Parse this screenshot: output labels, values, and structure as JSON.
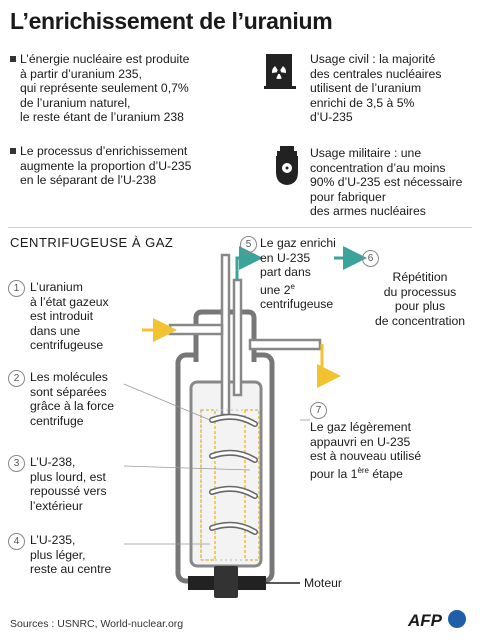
{
  "title": "L’enrichissement de l’uranium",
  "intro": {
    "left": [
      {
        "lines": [
          "L’énergie nucléaire est produite",
          "à partir d’uranium 235,",
          "qui représente seulement 0,7%",
          "de l’uranium naturel,",
          "le reste étant de l’uranium 238"
        ]
      },
      {
        "lines": [
          "Le processus d’enrichissement",
          "augmente la proportion d’U-235",
          "en le séparant de l’U-238"
        ]
      }
    ],
    "right": [
      {
        "icon": "nuclear-plant-icon",
        "lines": [
          "Usage civil : la majorité",
          "des centrales nucléaires",
          "utilisent de l’uranium",
          "enrichi de 3,5 à 5%",
          "d’U-235"
        ]
      },
      {
        "icon": "bomb-icon",
        "lines": [
          "Usage militaire : une",
          "concentration d’au moins",
          "90% d’U-235 est nécessaire",
          "pour fabriquer",
          "des armes nucléaires"
        ]
      }
    ]
  },
  "diagram_heading": "CENTRIFUGEUSE À GAZ",
  "steps": [
    {
      "num": "1",
      "lines": [
        "L’uranium",
        "à l’état gazeux",
        "est introduit",
        "dans une",
        "centrifugeuse"
      ]
    },
    {
      "num": "2",
      "lines": [
        "Les molécules",
        "sont séparées",
        "grâce à la force",
        "centrifuge"
      ]
    },
    {
      "num": "3",
      "lines": [
        "L’U-238,",
        "plus lourd, est",
        "repoussé vers",
        "l’extérieur"
      ]
    },
    {
      "num": "4",
      "lines": [
        "L’U-235,",
        "plus léger,",
        "reste au centre"
      ]
    },
    {
      "num": "5",
      "lines": [
        "Le gaz enrichi",
        "en U-235",
        "part dans",
        "une 2",
        "centrifugeuse"
      ],
      "sup": "e"
    },
    {
      "num": "6",
      "lines": [
        "Répétition",
        "du processus",
        "pour plus",
        "de concentration"
      ]
    },
    {
      "num": "7",
      "lines": [
        "Le gaz légèrement",
        "appauvri en U-235",
        "est à nouveau utilisé",
        "pour la 1",
        " étape"
      ],
      "sup": "ère"
    }
  ],
  "motor_label": "Moteur",
  "footer": "Sources : USNRC, World-nuclear.org",
  "logo_text": "AFP",
  "colors": {
    "teal": "#3aa39a",
    "yellow": "#f2c230",
    "gray": "#666666"
  }
}
